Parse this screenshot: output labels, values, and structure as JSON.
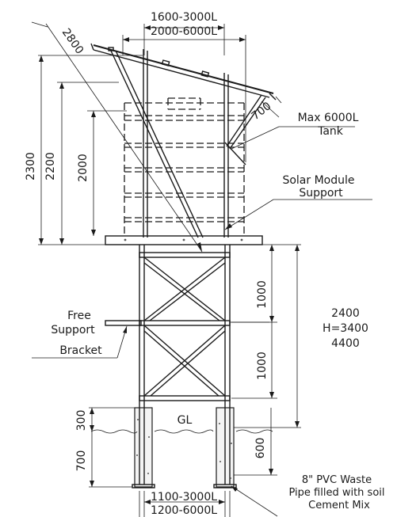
{
  "labels": {
    "top_dim_1": "1600-3000L",
    "top_dim_2": "2000-6000L",
    "diag_2800": "2800",
    "dim_700_top": "700",
    "dim_2300": "2300",
    "dim_2200": "2200",
    "dim_2000": "2000",
    "tank_line1": "Max 6000L",
    "tank_line2": "Tank",
    "solar_line1": "Solar Module",
    "solar_line2": "Support",
    "dim_1000_upper": "1000",
    "dim_1000_lower": "1000",
    "height_1": "2400",
    "height_2": "H=3400",
    "height_3": "4400",
    "bracket_line1": "Free",
    "bracket_line2": "Support",
    "bracket_line3": "Bracket",
    "dim_300": "300",
    "gl": "GL",
    "dim_600": "600",
    "dim_700_bottom": "700",
    "pipe_line1": "8\" PVC Waste",
    "pipe_line2": "Pipe filled with soil",
    "pipe_line3": "Cement Mix",
    "bottom_dim_1": "1100-3000L",
    "bottom_dim_2": "1200-6000L"
  }
}
